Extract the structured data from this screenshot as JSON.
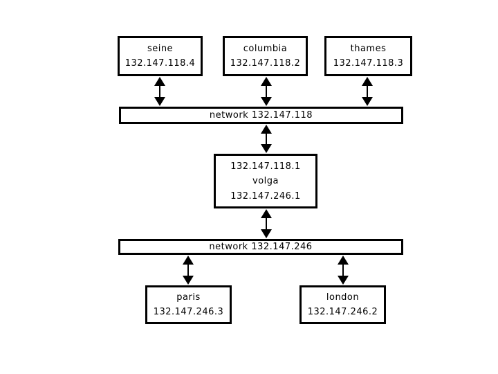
{
  "diagram": {
    "hosts": {
      "seine": {
        "name": "seine",
        "ip": "132.147.118.4"
      },
      "columbia": {
        "name": "columbia",
        "ip": "132.147.118.2"
      },
      "thames": {
        "name": "thames",
        "ip": "132.147.118.3"
      },
      "volga": {
        "ip_top": "132.147.118.1",
        "name": "volga",
        "ip_bottom": "132.147.246.1"
      },
      "paris": {
        "name": "paris",
        "ip": "132.147.246.3"
      },
      "london": {
        "name": "london",
        "ip": "132.147.246.2"
      }
    },
    "networks": {
      "net118": {
        "label": "network 132.147.118"
      },
      "net246": {
        "label": "network 132.147.246"
      }
    },
    "colors": {
      "line": "#000000",
      "background": "#ffffff"
    }
  }
}
